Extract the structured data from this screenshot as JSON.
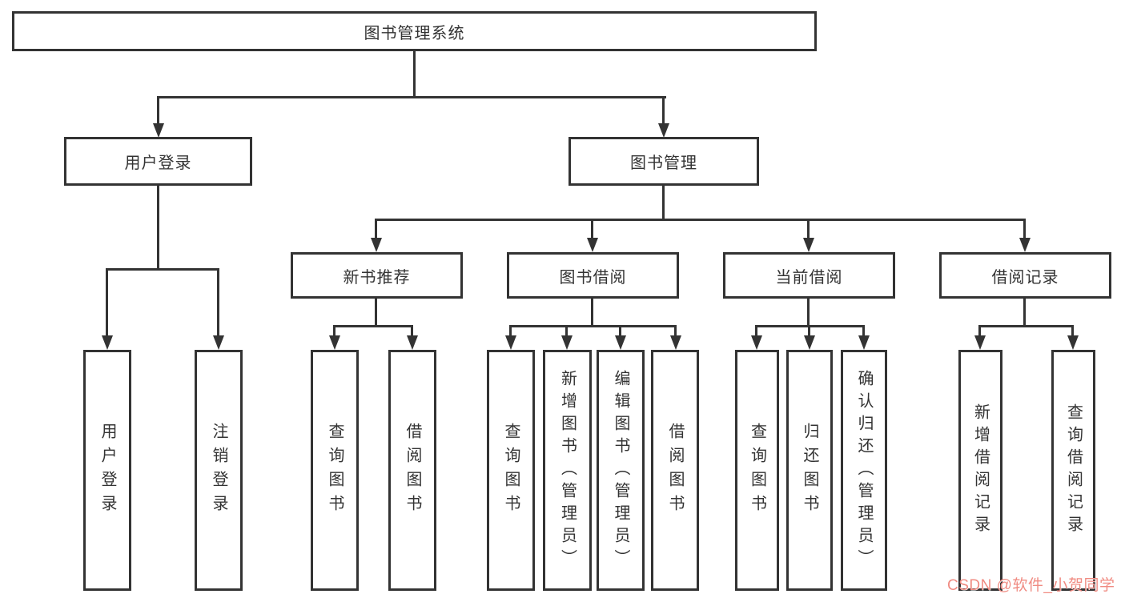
{
  "page": {
    "background": "#ffffff"
  },
  "colors": {
    "line": "#333333",
    "box_border": "#333333",
    "text": "#333333",
    "watermark": "#f08b82"
  },
  "watermark": {
    "text": "CSDN @软件_小贺同学"
  },
  "tree": {
    "label": "图书管理系统",
    "children": [
      {
        "label": "用户登录",
        "children": [
          {
            "label": "用户登录"
          },
          {
            "label": "注销登录"
          }
        ]
      },
      {
        "label": "图书管理",
        "children": [
          {
            "label": "新书推荐",
            "children": [
              {
                "label": "查询图书"
              },
              {
                "label": "借阅图书"
              }
            ]
          },
          {
            "label": "图书借阅",
            "children": [
              {
                "label": "查询图书"
              },
              {
                "label": "新增图书（管理员）"
              },
              {
                "label": "编辑图书（管理员）"
              },
              {
                "label": "借阅图书"
              }
            ]
          },
          {
            "label": "当前借阅",
            "children": [
              {
                "label": "查询图书"
              },
              {
                "label": "归还图书"
              },
              {
                "label": "确认归还（管理员）"
              }
            ]
          },
          {
            "label": "借阅记录",
            "children": [
              {
                "label": "新增借阅记录"
              },
              {
                "label": "查询借阅记录"
              }
            ]
          }
        ]
      }
    ]
  }
}
